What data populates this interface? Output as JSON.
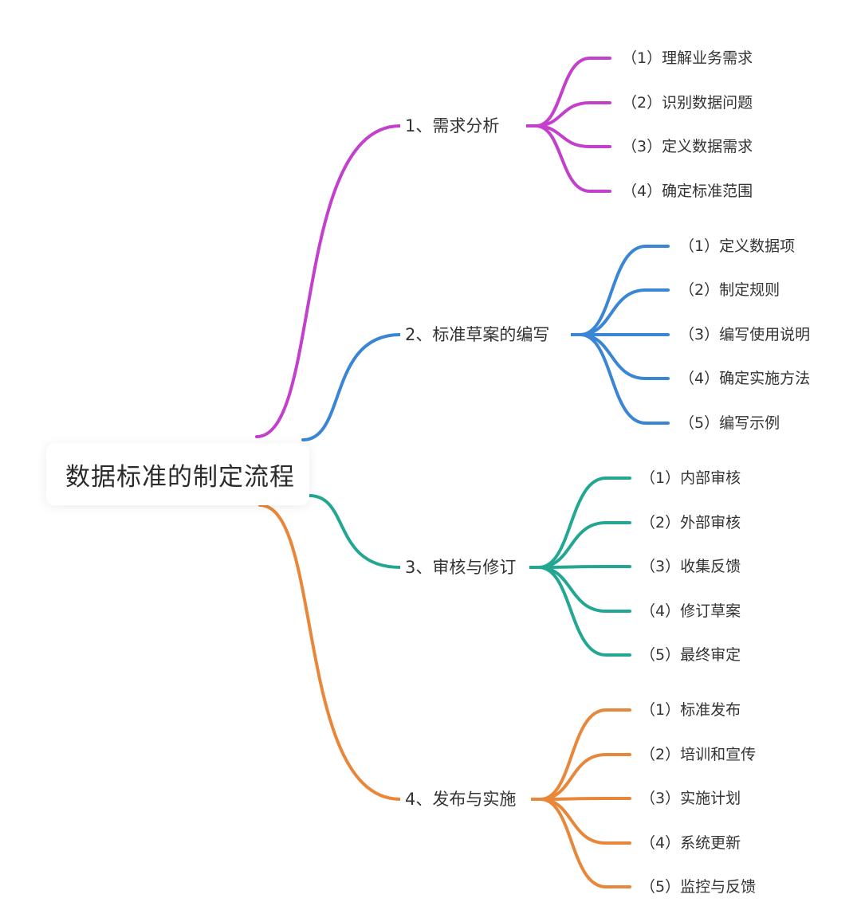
{
  "title": "数据标准的制定流程",
  "branches": [
    {
      "label": "1、需求分析",
      "color": "#c340cc",
      "children": [
        "（1）理解业务需求",
        "（2）识别数据问题",
        "（3）定义数据需求",
        "（4）确定标准范围"
      ]
    },
    {
      "label": "2、标准草案的编写",
      "color": "#3a86d4",
      "children": [
        "（1）定义数据项",
        "（2）制定规则",
        "（3）编写使用说明",
        "（4）确定实施方法",
        "（5）编写示例"
      ]
    },
    {
      "label": "3、审核与修订",
      "color": "#23a793",
      "children": [
        "（1）内部审核",
        "（2）外部审核",
        "（3）收集反馈",
        "（4）修订草案",
        "（5）最终审定"
      ]
    },
    {
      "label": "4、发布与实施",
      "color": "#e8873a",
      "children": [
        "（1）标准发布",
        "（2）培训和宣传",
        "（3）实施计划",
        "（4）系统更新",
        "（5）监控与反馈"
      ]
    }
  ]
}
